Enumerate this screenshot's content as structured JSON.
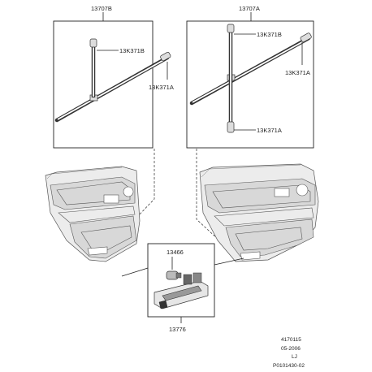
{
  "labels": {
    "box_left": "13707B",
    "box_right": "13707A",
    "left_top_part": "13K371B",
    "left_bottom_part": "13K371A",
    "right_top_part": "13K371B",
    "right_mid_part": "13K371A",
    "right_bottom_part": "13K371A",
    "bulb": "13466",
    "lamp": "13776"
  },
  "reference": {
    "line1": "4170115",
    "line2": "05-2006",
    "line3": "LJ",
    "line4": "P0101430-02"
  }
}
